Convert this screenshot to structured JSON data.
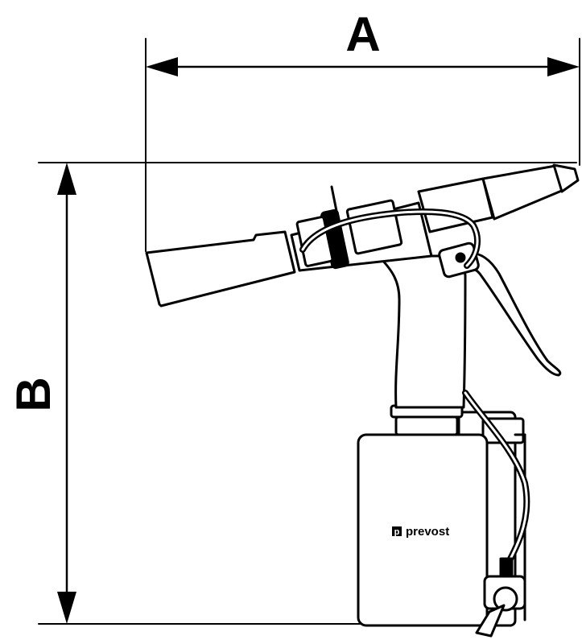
{
  "dimensions": {
    "width_label": "A",
    "height_label": "B"
  },
  "tool": {
    "brand_name": "prevost",
    "brand_logo_letter": "p"
  },
  "colors": {
    "line": "#000000",
    "fill": "#ffffff"
  }
}
